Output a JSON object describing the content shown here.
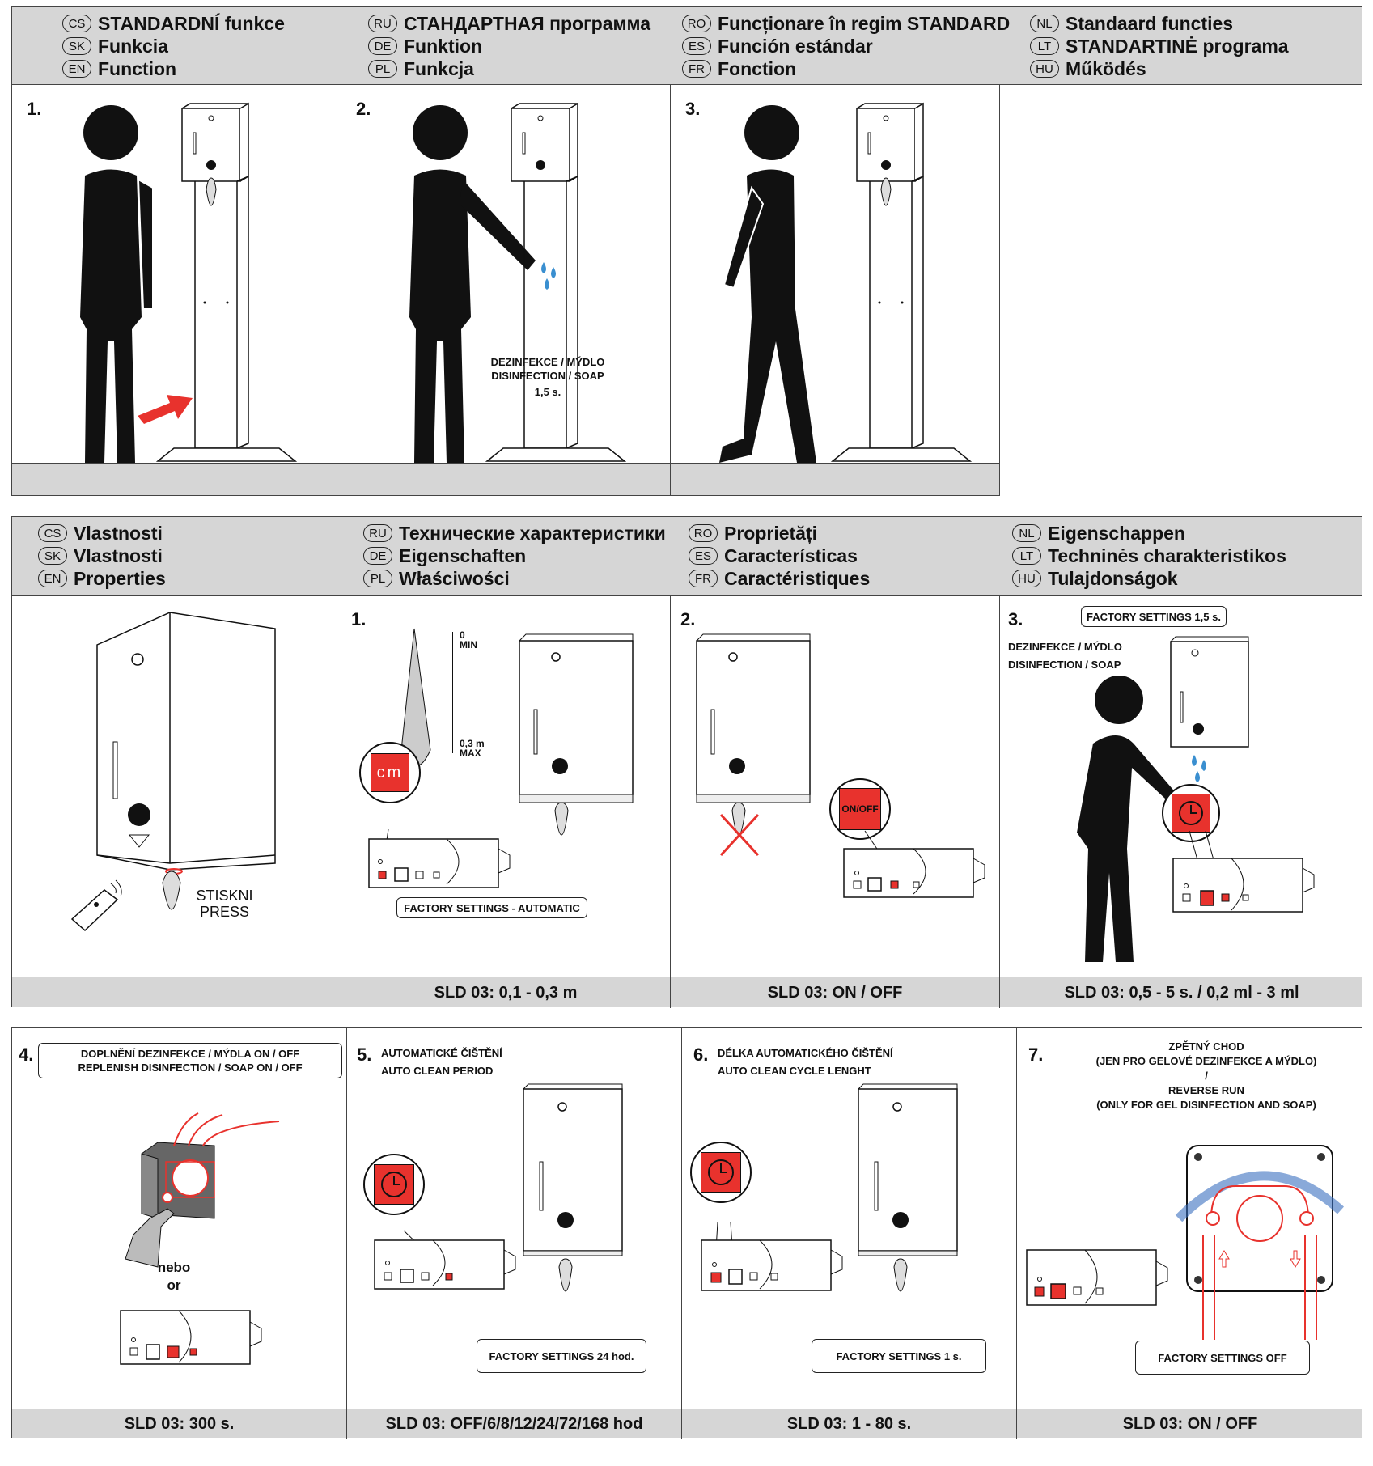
{
  "standard": {
    "headers": [
      [
        [
          "CS",
          "STANDARDNÍ funkce"
        ],
        [
          "SK",
          "Funkcia"
        ],
        [
          "EN",
          "Function"
        ]
      ],
      [
        [
          "RU",
          "СТАНДАРТНАЯ программа"
        ],
        [
          "DE",
          "Funktion"
        ],
        [
          "PL",
          "Funkcja"
        ]
      ],
      [
        [
          "RO",
          "Funcționare în regim STANDARD"
        ],
        [
          "ES",
          "Función estándar"
        ],
        [
          "FR",
          "Fonction"
        ]
      ],
      [
        [
          "NL",
          "Standaard functies"
        ],
        [
          "LT",
          "STANDARTINĖ programa"
        ],
        [
          "HU",
          "Működés"
        ]
      ]
    ],
    "steps": [
      "1.",
      "2.",
      "3."
    ],
    "step2_label": "DEZINFEKCE / MÝDLO\nDISINFECTION / SOAP",
    "step2_time": "1,5 s."
  },
  "properties": {
    "headers": [
      [
        [
          "CS",
          "Vlastnosti"
        ],
        [
          "SK",
          "Vlastnosti"
        ],
        [
          "EN",
          "Properties"
        ]
      ],
      [
        [
          "RU",
          "Технические характеристики"
        ],
        [
          "DE",
          "Eigenschaften"
        ],
        [
          "PL",
          "Właściwości"
        ]
      ],
      [
        [
          "RO",
          "Proprietăți"
        ],
        [
          "ES",
          "Características"
        ],
        [
          "FR",
          "Caractéristiques"
        ]
      ],
      [
        [
          "NL",
          "Eigenschappen"
        ],
        [
          "LT",
          "Techninės charakteristikos"
        ],
        [
          "HU",
          "Tulajdonságok"
        ]
      ]
    ],
    "press_label": "STISKNI\nPRESS",
    "p1": {
      "num": "1.",
      "min": "0\nMIN",
      "max": "0,3 m\nMAX",
      "button": "cm",
      "factory": "FACTORY SETTINGS - AUTOMATIC",
      "footer": "SLD 03: 0,1 - 0,3 m"
    },
    "p2": {
      "num": "2.",
      "button": "ON/OFF",
      "footer": "SLD 03: ON / OFF"
    },
    "p3": {
      "num": "3.",
      "factory": "FACTORY SETTINGS  1,5 s.",
      "label": "DEZINFEKCE / MÝDLO\nDISINFECTION / SOAP",
      "footer": "SLD 03: 0,5 - 5 s. / 0,2 ml - 3 ml"
    }
  },
  "settings": {
    "p4": {
      "num": "4.",
      "title": "DOPLNĚNÍ DEZINFEKCE / MÝDLA ON / OFF\nREPLENISH DISINFECTION / SOAP ON / OFF",
      "or": "nebo\nor",
      "footer": "SLD 03: 300 s."
    },
    "p5": {
      "num": "5.",
      "title": "AUTOMATICKÉ ČIŠTĚNÍ\nAUTO CLEAN PERIOD",
      "factory": "FACTORY SETTINGS 24 hod.",
      "footer": "SLD 03: OFF/6/8/12/24/72/168 hod"
    },
    "p6": {
      "num": "6.",
      "title": "DÉLKA AUTOMATICKÉHO ČIŠTĚNÍ\nAUTO CLEAN CYCLE LENGHT",
      "factory": "FACTORY SETTINGS 1 s.",
      "footer": "SLD 03: 1 - 80 s."
    },
    "p7": {
      "num": "7.",
      "title": "ZPĚTNÝ CHOD\n(JEN PRO GELOVÉ DEZINFEKCE A MÝDLO)\n/\nREVERSE RUN\n(ONLY FOR GEL DISINFECTION AND SOAP)",
      "factory": "FACTORY SETTINGS OFF",
      "footer": "SLD 03: ON / OFF"
    }
  },
  "colors": {
    "accent_red": "#e8322d",
    "header_gray": "#d6d6d6",
    "drop_blue": "#3a8fd0"
  }
}
